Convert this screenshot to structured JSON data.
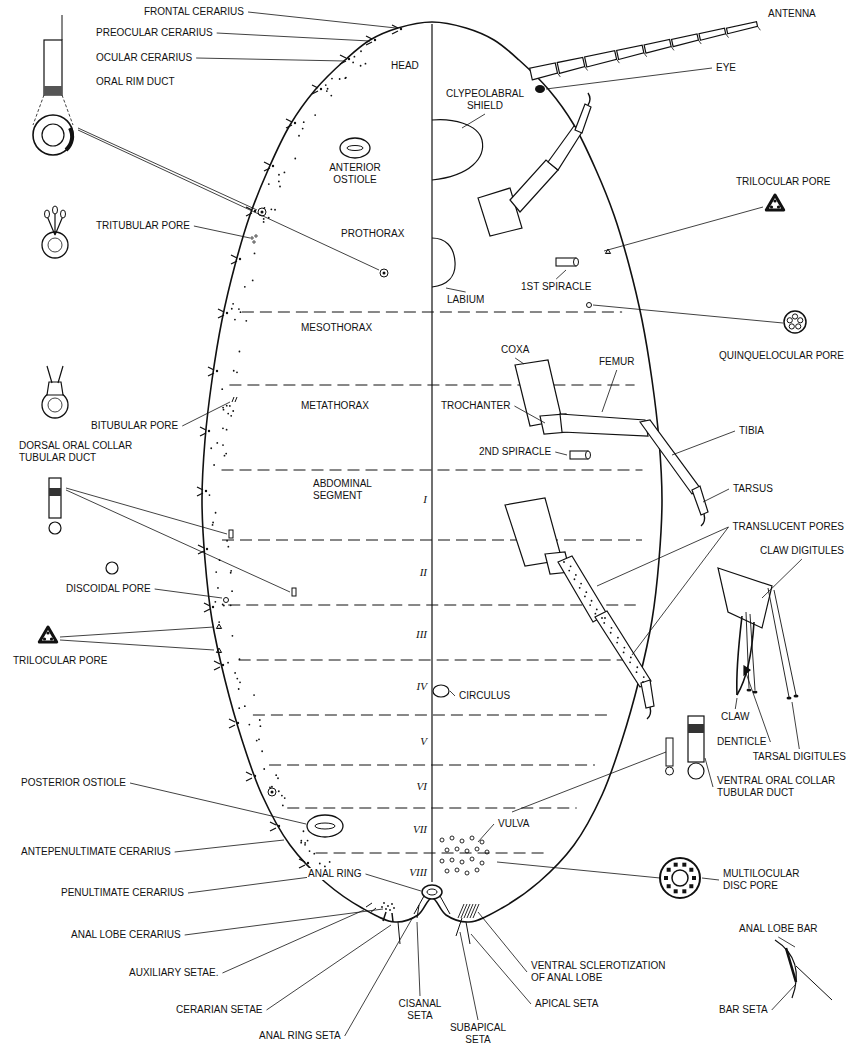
{
  "diagram": {
    "labels": [
      "FRONTAL CERARIUS",
      "PREOCULAR CERARIUS",
      "OCULAR CERARIUS",
      "ORAL RIM DUCT",
      "HEAD",
      "ANTENNA",
      "EYE",
      "CLYPEOLABRAL SHIELD",
      "ANTERIOR OSTIOLE",
      "TRILOCULAR PORE",
      "PROTHORAX",
      "TRITUBULAR PORE",
      "1ST SPIRACLE",
      "LABIUM",
      "QUINQUELOCULAR PORE",
      "MESOTHORAX",
      "COXA",
      "FEMUR",
      "BITUBULAR PORE",
      "METATHORAX",
      "TROCHANTER",
      "TIBIA",
      "2ND SPIRACLE",
      "DORSAL ORAL COLLAR TUBULAR DUCT",
      "ABDOMINAL SEGMENT",
      "I",
      "TARSUS",
      "TRANSLUCENT PORES",
      "CLAW DIGITULES",
      "II",
      "DISCOIDAL PORE",
      "III",
      "TRILOCULAR PORE",
      "IV",
      "CIRCULUS",
      "CLAW",
      "DENTICLE",
      "TARSAL DIGITULES",
      "V",
      "POSTERIOR OSTIOLE",
      "VI",
      "VENTRAL ORAL COLLAR TUBULAR DUCT",
      "ANTEPENULTIMATE CERARIUS",
      "VII",
      "VULVA",
      "ANAL RING",
      "MULTILOCULAR DISC PORE",
      "VIII",
      "PENULTIMATE CERARIUS",
      "ANAL LOBE BAR",
      "ANAL LOBE CERARIUS",
      "AUXILIARY SETAE.",
      "VENTRAL SCLEROTIZATION OF ANAL LOBE",
      "BAR SETA",
      "CERARIAN SETAE",
      "CISANAL SETA",
      "APICAL SETA",
      "ANAL RING SETA",
      "SUBAPICAL SETA"
    ]
  }
}
